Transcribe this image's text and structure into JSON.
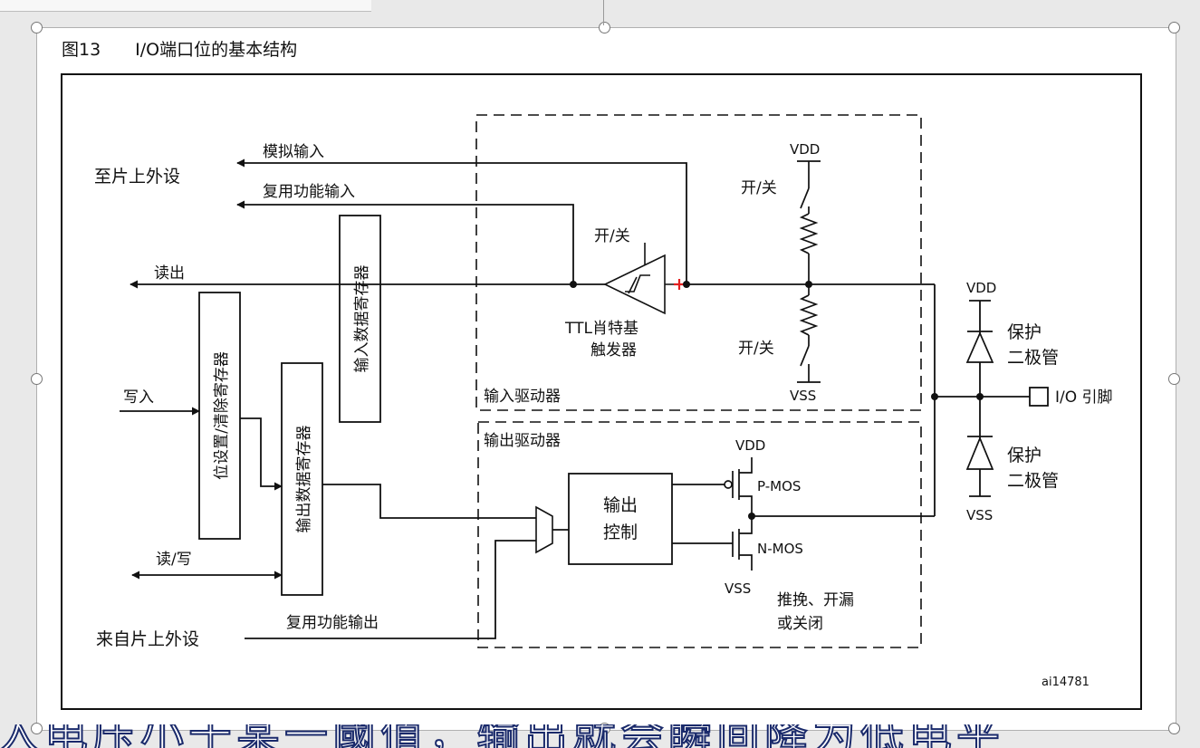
{
  "figure_title": "图13　　I/O端口位的基本结构",
  "labels": {
    "to_peripheral": "至片上外设",
    "analog_input": "模拟输入",
    "alt_func_input": "复用功能输入",
    "read_out": "读出",
    "write_in": "写入",
    "read_write": "读/写",
    "from_peripheral": "来自片上外设",
    "alt_func_output": "复用功能输出",
    "input_data_reg": "输入数据寄存器",
    "bit_set_reset_reg": "位设置/清除寄存器",
    "output_data_reg": "输出数据寄存器",
    "on_off_trigger": "开/关",
    "ttl_trigger_line1": "TTL肖特基",
    "ttl_trigger_line2": "触发器",
    "on_off_pullup": "开/关",
    "on_off_pulldown": "开/关",
    "vdd_pullup": "VDD",
    "vss_pulldown": "VSS",
    "input_driver": "输入驱动器",
    "output_driver": "输出驱动器",
    "output_control_line1": "输出",
    "output_control_line2": "控制",
    "vdd_pmos": "VDD",
    "pmos": "P-MOS",
    "nmos": "N-MOS",
    "vss_nmos": "VSS",
    "mode_line1": "推挽、开漏",
    "mode_line2": "或关闭",
    "vdd_diode": "VDD",
    "vss_diode": "VSS",
    "protect_diode_1_line1": "保护",
    "protect_diode_1_line2": "二极管",
    "protect_diode_2_line1": "保护",
    "protect_diode_2_line2": "二极管",
    "io_pin": "I/O 引脚",
    "figure_id": "ai14781"
  },
  "caption": "入电压小于某一阈值，输出就会瞬间降为低电平"
}
